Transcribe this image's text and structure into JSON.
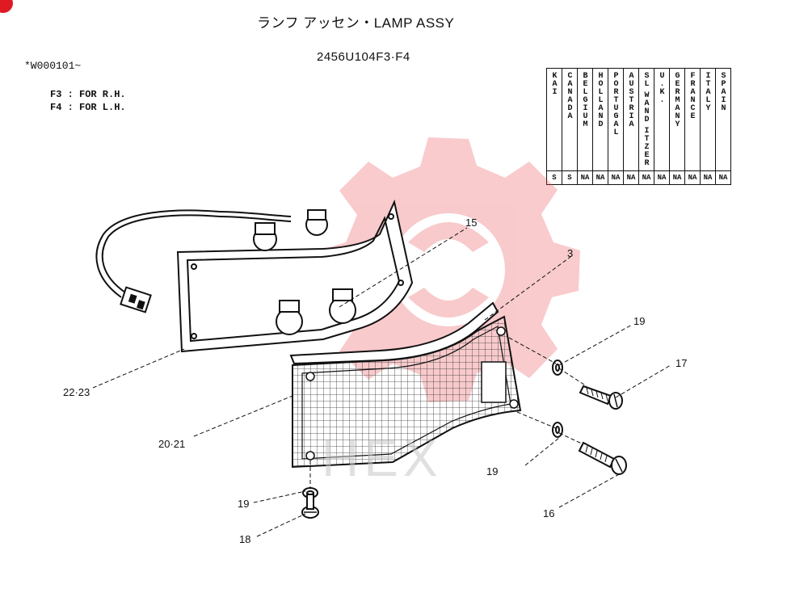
{
  "title": "ランフ アッセン・LAMP ASSY",
  "part_number": "2456U104F3·F4",
  "serial": "*W000101~",
  "notes": [
    "F3 : FOR R.H.",
    "F4 : FOR L.H."
  ],
  "watermark": "HEX",
  "market_table": {
    "headers": [
      [
        "KAI"
      ],
      [
        "CANADA"
      ],
      [
        "BELGIUM"
      ],
      [
        "HOLLAND"
      ],
      [
        "PORTUGAL"
      ],
      [
        "AUSTRIA"
      ],
      [
        "SL",
        "WAND",
        "ITZER"
      ],
      [
        "U.K."
      ],
      [
        "GERMANY"
      ],
      [
        "FRANCE"
      ],
      [
        "ITALY"
      ],
      [
        "SPAIN"
      ]
    ],
    "codes": [
      "S",
      "S",
      "NA",
      "NA",
      "NA",
      "NA",
      "NA",
      "NA",
      "NA",
      "NA",
      "NA",
      "NA"
    ]
  },
  "callouts": {
    "c15": "15",
    "c3": "3",
    "c19a": "19",
    "c17": "17",
    "c22": "22·23",
    "c2021": "20·21",
    "c19b": "19",
    "c19c": "19",
    "c16": "16",
    "c18": "18"
  },
  "colors": {
    "watermark_red": "#e8454b",
    "line": "#111111"
  }
}
